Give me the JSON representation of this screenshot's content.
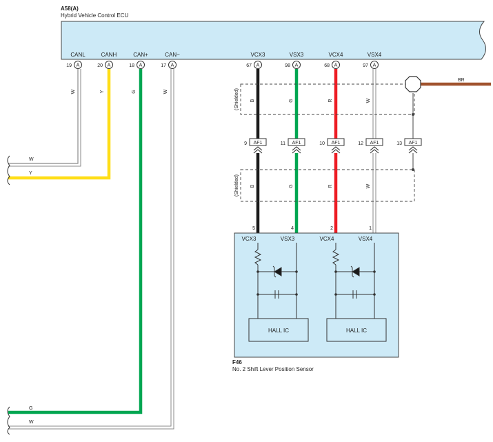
{
  "ecu": {
    "code": "A58(A)",
    "name": "Hybrid Vehicle Control ECU",
    "connector_letter": "A",
    "pins": [
      {
        "num": "19",
        "label": "CANL"
      },
      {
        "num": "20",
        "label": "CANH"
      },
      {
        "num": "18",
        "label": "CAN+"
      },
      {
        "num": "17",
        "label": "CAN−"
      },
      {
        "num": "67",
        "label": "VCX3"
      },
      {
        "num": "98",
        "label": "VSX3"
      },
      {
        "num": "68",
        "label": "VCX4"
      },
      {
        "num": "97",
        "label": "VSX4"
      }
    ]
  },
  "wire_colors": {
    "canl": "W",
    "canh": "Y",
    "can_plus": "G",
    "can_minus": "W",
    "vcx3": "B",
    "vsx3": "G",
    "vcx4": "R",
    "vsx4": "W",
    "ground": "BR"
  },
  "colors": {
    "black": "#1a1a1a",
    "green": "#00a651",
    "red": "#ed1c24",
    "yellow": "#ffde17",
    "white_wire": "#8a8a8a",
    "brown": "#a0522d",
    "component_fill": "#cdeaf7"
  },
  "shielded_label": "(Shielded)",
  "junction": {
    "name": "AF1",
    "pins": [
      "9",
      "11",
      "10",
      "12",
      "13"
    ]
  },
  "sensor": {
    "code": "F46",
    "name": "No. 2 Shift Lever Position Sensor",
    "pins": [
      {
        "num": "5",
        "label": "VCX3"
      },
      {
        "num": "4",
        "label": "VSX3"
      },
      {
        "num": "2",
        "label": "VCX4"
      },
      {
        "num": "1",
        "label": "VSX4"
      }
    ],
    "hall_ic_label": "HALL IC"
  }
}
